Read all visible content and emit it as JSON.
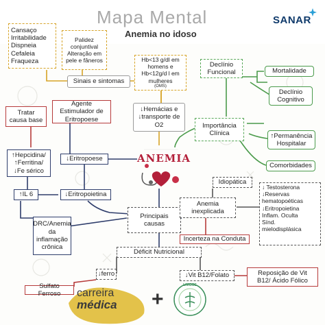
{
  "header": {
    "title": "Mapa Mental",
    "subtitle": "Anemia no idoso",
    "brand": "SANAR"
  },
  "symptoms": {
    "list": "Cansaço\nIrritabilidade\nDispneia\nCefaleia\nFraqueza",
    "pallor": "Palidez\nconjuntival\nAlteração em\npele e fâneros",
    "label": "Sinais e sintomas"
  },
  "hb": {
    "criteria": "Hb<13 g/dl em\nhomens e\nHb<12g/d l em\nmulheres",
    "source": "(OMS)"
  },
  "hematia": "↓Hemácias e\n↓transporte de\nO2",
  "clinical": {
    "center": "Importância\nClínica",
    "decline": "Declínio\nFuncional",
    "mortality": "Mortalidade",
    "cognitive": "Declínio\nCognitivo",
    "hospital": "↑Permanência\nHospitalar",
    "comorb": "Comorbidades"
  },
  "left": {
    "treat": "Tratar\ncausa base",
    "agent": "Agente\nEstimulador de\nEritropoese",
    "labs": "↑Hepcidina/\n↑Ferritina/\n↓Fe sérico",
    "erit": "↓Eritropoese",
    "il6": "↑IL 6",
    "epo": "↓Eritropoietina",
    "drc": "DRC/Anemia\nda\ninflamação\ncrônica"
  },
  "center": {
    "main": "ANEMIA",
    "causes": "Principais\ncausas",
    "deficit": "Déficit Nutricional",
    "iron": "↓ferro",
    "sulfate": "Sulfato Ferroso",
    "b12": "↓Vit B12/Folato",
    "repos": "Reposição de Vit\nB12/ Ácido Fólico"
  },
  "unexpl": {
    "idiop": "Idiopática",
    "label": "Anemia\ninexplicada",
    "list": "↓ Testosterona\n↓Reservas\nhematopoéticas\n↓Eritropoietina\nInflam. Oculta\nSínd.\nmielodisplásica",
    "uncertain": "Incerteza na Conduta"
  },
  "footer": {
    "brand1": "carreira",
    "brand2": "médica",
    "plus": "+",
    "seal": "LIMGGE"
  },
  "colors": {
    "red": "#b63a3a",
    "navy": "#2e3d6b",
    "green": "#4a9a4a",
    "gold": "#d6a326",
    "title": "#a9a9a9"
  }
}
